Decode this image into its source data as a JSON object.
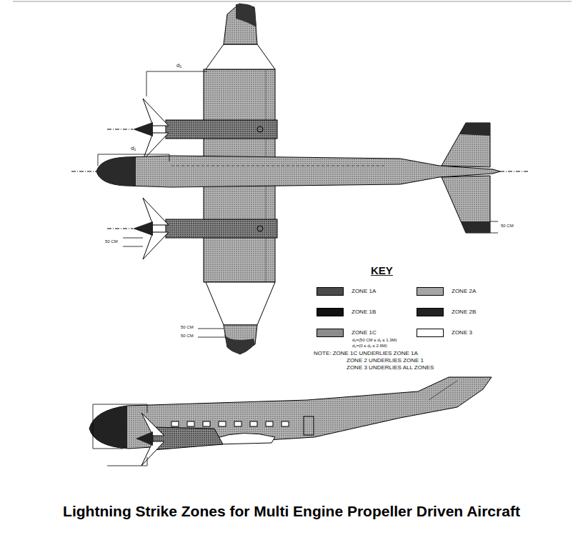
{
  "diagram": {
    "caption": "Lightning Strike Zones for Multi Engine Propeller Driven Aircraft",
    "labels": [
      "d₁",
      "d₁",
      "50 CM",
      "50 CM",
      "KEY",
      "50 CM",
      "50 CM",
      "d₁=(50 CM ≤ d₁ ≤ 1.3M)",
      "d₂=(0 ≤ d₂ ≤ 2.6M)",
      "NOTE: ZONE 1C UNDERLIES ZONE 1A",
      "ZONE 2 UNDERLIES ZONE 1",
      "ZONE 3 UNDERLIES ALL ZONES"
    ],
    "legend": [
      {
        "text": "ZONE 1A",
        "color": "#4a4a4a"
      },
      {
        "text": "ZONE 2A",
        "color": "#a6a6a6"
      },
      {
        "text": "ZONE 1B",
        "color": "#111111"
      },
      {
        "text": "ZONE 2B",
        "color": "#222222"
      },
      {
        "text": "ZONE 1C",
        "color": "#8c8c8c"
      },
      {
        "text": "ZONE 3",
        "color": "#ffffff"
      }
    ]
  }
}
